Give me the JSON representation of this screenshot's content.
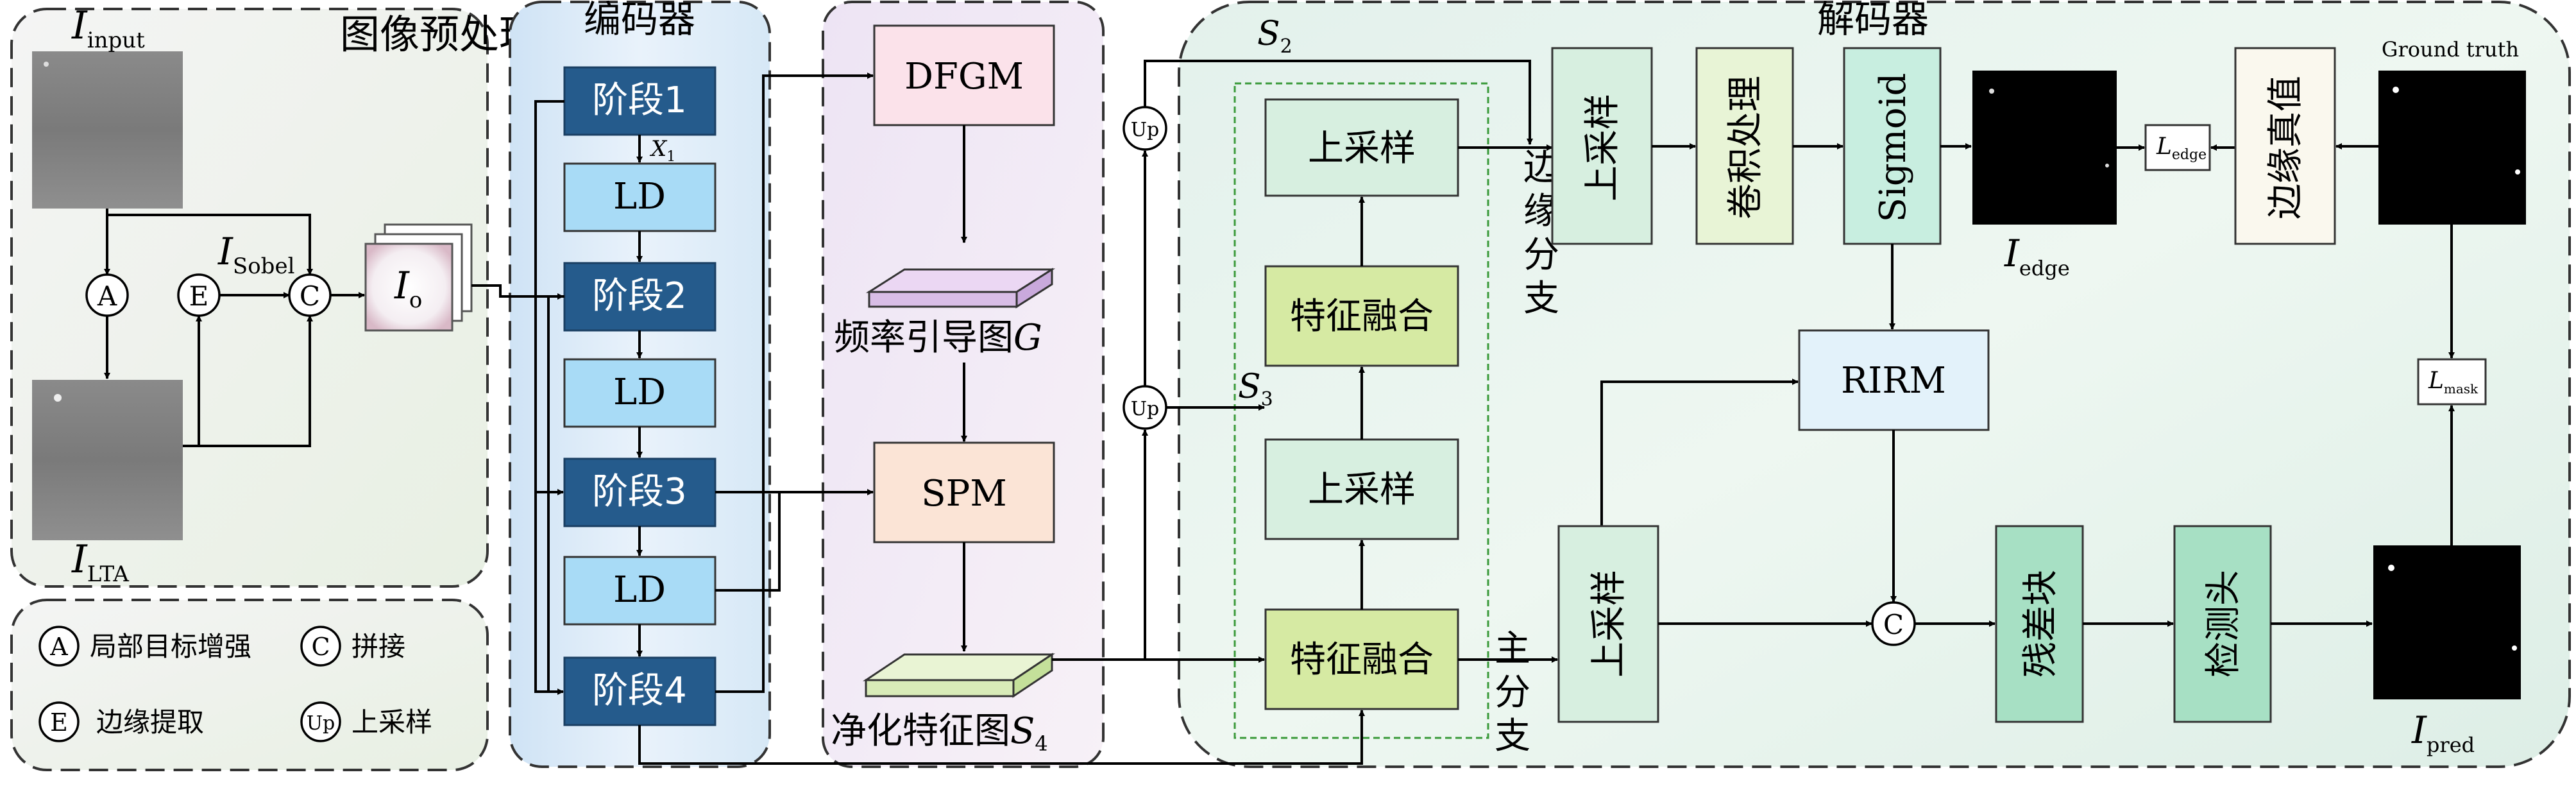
{
  "preprocess": {
    "title": "图像预处理",
    "input_label_main": "I",
    "input_label_sub": "input",
    "lta_label_main": "I",
    "lta_label_sub": "LTA",
    "sobel_label_main": "I",
    "sobel_label_sub": "Sobel",
    "io_label_main": "I",
    "io_label_sub": "o",
    "circle_a": "A",
    "circle_e": "E",
    "circle_c": "C"
  },
  "legend": {
    "a_symbol": "A",
    "a_text": "局部目标增强",
    "c_symbol": "C",
    "c_text": "拼接",
    "e_symbol": "E",
    "e_text": "边缘提取",
    "up_symbol": "Up",
    "up_text": "上采样"
  },
  "encoder": {
    "title": "编码器",
    "stage1": "阶段1",
    "stage2": "阶段2",
    "stage3": "阶段3",
    "stage4": "阶段4",
    "ld": "LD",
    "x1_main": "X",
    "x1_sub": "1"
  },
  "middle": {
    "dfgm": "DFGM",
    "freq_map": "频率引导图",
    "freq_var": "G",
    "spm": "SPM",
    "purified": "净化特征图",
    "purified_var_main": "S",
    "purified_var_sub": "4"
  },
  "decoder": {
    "title": "解码器",
    "s2_main": "S",
    "s2_sub": "2",
    "s3_main": "S",
    "s3_sub": "3",
    "up": "Up",
    "upsample": "上采样",
    "fusion": "特征融合",
    "edge_branch": [
      "边",
      "缘",
      "分",
      "支"
    ],
    "main_branch": [
      "主",
      "分",
      "支"
    ],
    "conv": "卷积处理",
    "sigmoid": "Sigmoid",
    "rirm": "RIRM",
    "c": "C",
    "residual": "残差块",
    "head": "检测头",
    "edge_gt": "边缘真值",
    "ground_truth": "Ground truth",
    "ledge_main": "L",
    "ledge_sub": "edge",
    "lmask_main": "L",
    "lmask_sub": "mask",
    "iedge_main": "I",
    "iedge_sub": "edge",
    "ipred_main": "I",
    "ipred_sub": "pred"
  }
}
